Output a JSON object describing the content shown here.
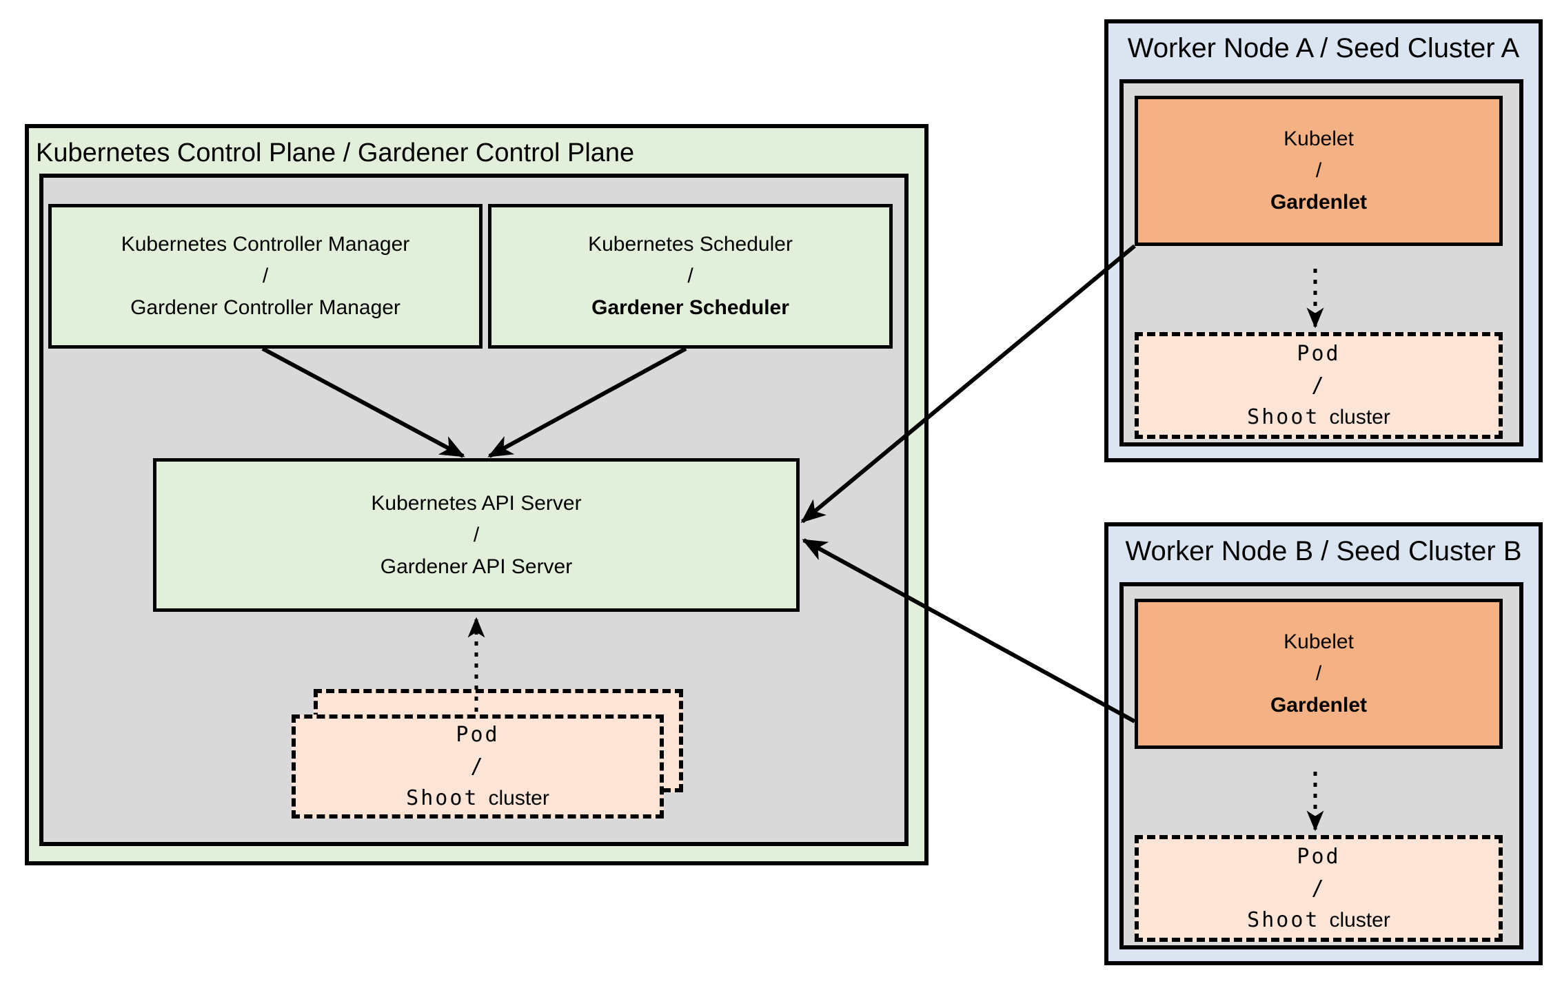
{
  "colors": {
    "green_fill": "#e2efda",
    "gray_fill": "#d9d9d9",
    "blue_fill": "#dbe5f1",
    "orange_fill": "#f4b183",
    "peach_fill": "#fce4d6",
    "border": "#000000",
    "canvas": "#ffffff"
  },
  "control_plane": {
    "title": "Kubernetes Control Plane / Gardener Control Plane",
    "controller_manager": {
      "line1": "Kubernetes Controller Manager",
      "separator": "/",
      "line2": "Gardener Controller Manager"
    },
    "scheduler": {
      "line1": "Kubernetes Scheduler",
      "separator": "/",
      "line2": "Gardener Scheduler"
    },
    "api_server": {
      "line1": "Kubernetes API Server",
      "separator": "/",
      "line2": "Gardener API Server"
    },
    "pod_stack": {
      "line1": "Pod",
      "separator": "/",
      "line2_code": "Shoot",
      "line2_plain": "cluster"
    }
  },
  "worker_node_a": {
    "title": "Worker Node A / Seed Cluster A",
    "kubelet": {
      "line1": "Kubelet",
      "separator": "/",
      "line2": "Gardenlet"
    },
    "pod": {
      "line1": "Pod",
      "separator": "/",
      "line2_code": "Shoot",
      "line2_plain": "cluster"
    }
  },
  "worker_node_b": {
    "title": "Worker Node B / Seed Cluster B",
    "kubelet": {
      "line1": "Kubelet",
      "separator": "/",
      "line2": "Gardenlet"
    },
    "pod": {
      "line1": "Pod",
      "separator": "/",
      "line2_code": "Shoot",
      "line2_plain": "cluster"
    }
  }
}
